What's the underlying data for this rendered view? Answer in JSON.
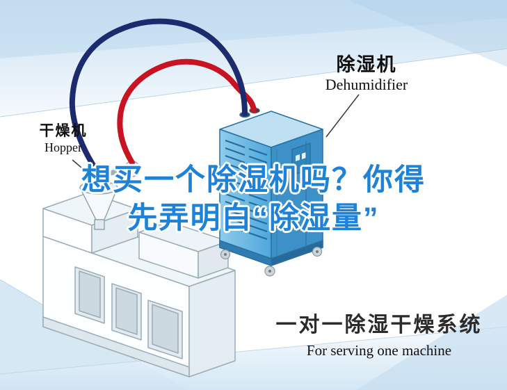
{
  "labels": {
    "dehumidifier": {
      "cn": "除湿机",
      "en": "Dehumidifier"
    },
    "hopper": {
      "cn": "干燥机",
      "en": "Hopper"
    }
  },
  "headline": {
    "line1": "想买一个除湿机吗？你得",
    "line2": "先弄明白“除湿量”"
  },
  "footer": {
    "title": "一对一除湿干燥系统",
    "subtitle": "For serving one machine"
  },
  "colors": {
    "headline": "#1e82d8",
    "hose_navy": "#1c2a6e",
    "hose_red": "#c81420",
    "machine_blue": "#3c92c8",
    "background_tint": "#cfe4f4"
  }
}
